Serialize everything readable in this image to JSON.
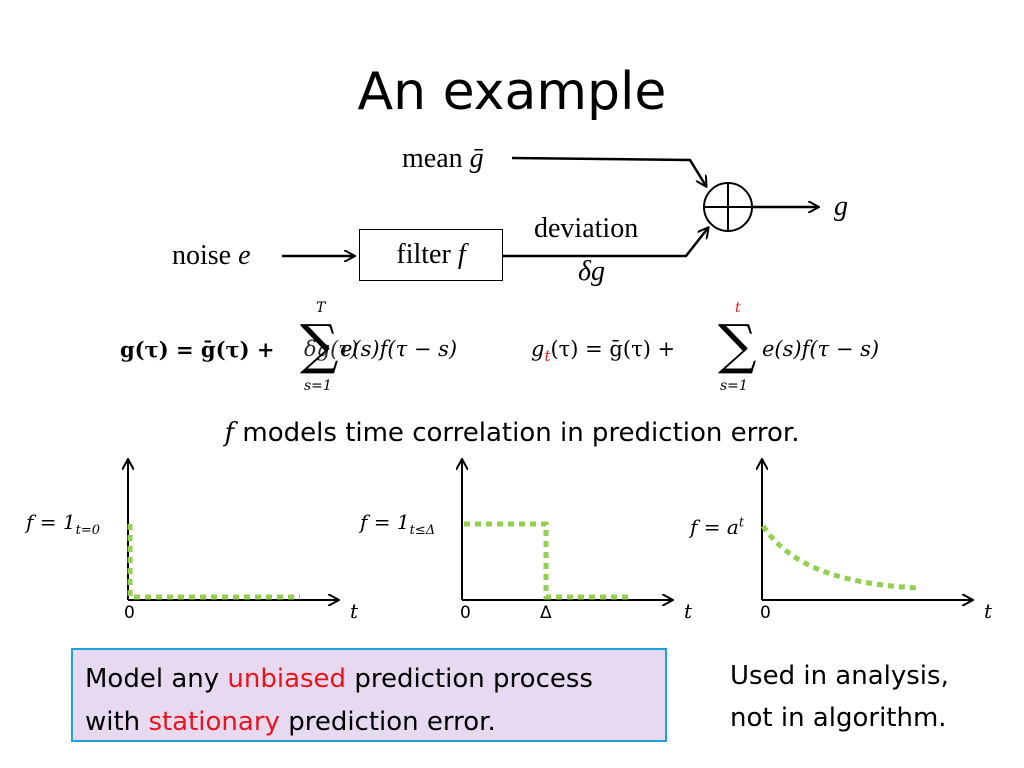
{
  "slide": {
    "title": "An example",
    "diagram": {
      "mean_label": "mean",
      "mean_symbol": "ḡ",
      "noise_label": "noise",
      "noise_symbol": "e",
      "filter_label": "filter",
      "filter_symbol": "f",
      "deviation_label": "deviation",
      "deviation_symbol": "δg",
      "output_symbol": "g"
    },
    "equation_left": {
      "lhs": "g(τ) = ḡ(τ) +",
      "sum_upper": "T",
      "sum_lower": "s=1",
      "body": "e(s)f(τ − s)",
      "overlap_text": "δg(τ)"
    },
    "equation_right": {
      "lhs_g": "g",
      "lhs_sub": "t",
      "lhs_rest": "(τ) = ḡ(τ) +",
      "sum_upper": "t",
      "sum_lower": "s=1",
      "body": "e(s)f(τ − s)"
    },
    "subtitle_symbol": "f",
    "subtitle_text": "models time correlation in prediction error.",
    "plots": [
      {
        "f_label": "f = 1",
        "f_sub": "t=0",
        "origin": "0",
        "axis": "t"
      },
      {
        "f_label": "f = 1",
        "f_sub": "t≤Δ",
        "origin": "0",
        "delta": "Δ",
        "axis": "t"
      },
      {
        "f_label": "f = a",
        "f_sup": "t",
        "origin": "0",
        "axis": "t"
      }
    ],
    "model_box": {
      "line1_a": "Model any ",
      "line1_red": "unbiased",
      "line1_b": " prediction process",
      "line2_a": "with ",
      "line2_red": "stationary",
      "line2_b": " prediction error."
    },
    "note": {
      "line1": "Used in analysis,",
      "line2": "not in algorithm."
    },
    "colors": {
      "accent_red": "#e8141d",
      "dotted_green": "#92d050",
      "box_fill": "#e7d9ef",
      "box_border": "#1ea2dc"
    }
  }
}
